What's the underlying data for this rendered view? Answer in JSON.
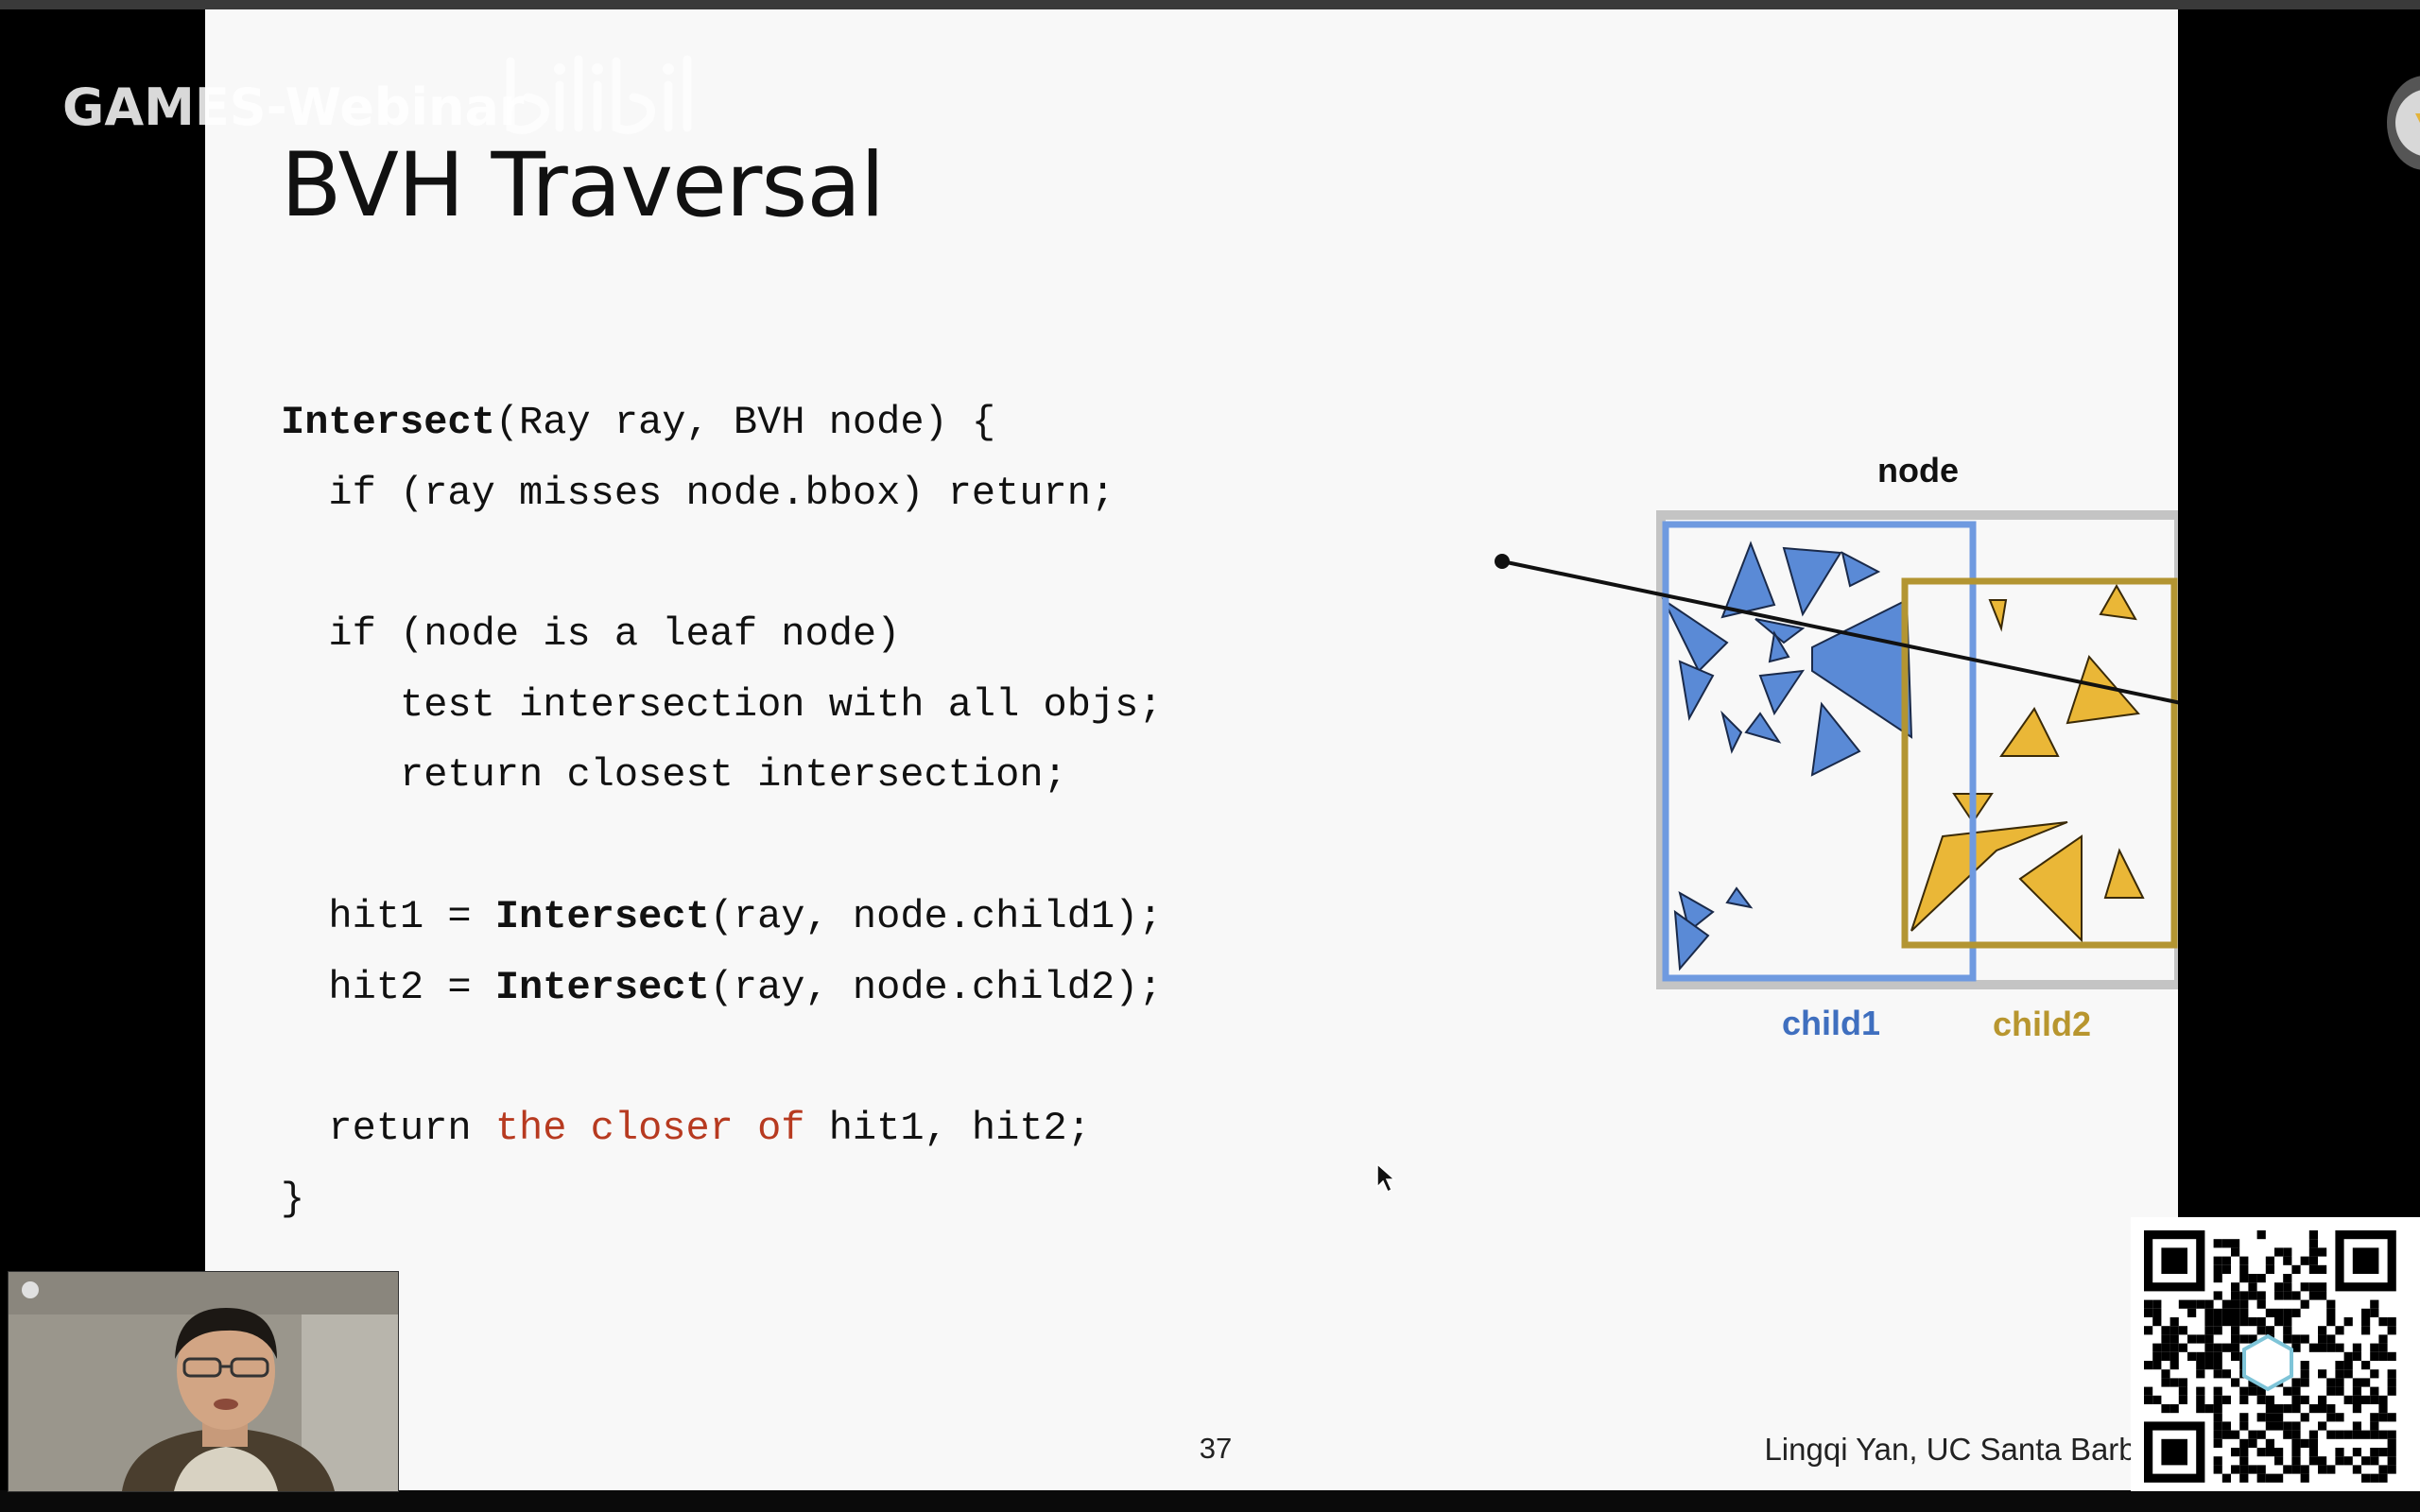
{
  "overlay": {
    "watermark_text": "GAMES-Webinar",
    "watermark_logo": "bilibili"
  },
  "slide": {
    "title": "BVH Traversal",
    "code": {
      "line1_fn": "Intersect",
      "line1_rest": "(Ray ray, BVH node) {",
      "line2": "  if (ray misses node.bbox) return;",
      "line4": "  if (node is a leaf node)",
      "line5": "     test intersection with all objs;",
      "line6": "     return closest intersection;",
      "line8_pre": "  hit1 = ",
      "line8_fn": "Intersect",
      "line8_rest": "(ray, node.child1);",
      "line9_pre": "  hit2 = ",
      "line9_fn": "Intersect",
      "line9_rest": "(ray, node.child2);",
      "line11_pre": "  return ",
      "line11_hl": "the closer of",
      "line11_rest": " hit1, hit2;",
      "line12": "}"
    },
    "diagram": {
      "node_label": "node",
      "child1_label": "child1",
      "child2_label": "child2",
      "colors": {
        "node_box": "#c4c4c4",
        "child1": "#5a8ad6",
        "child1_box": "#6f9ae0",
        "child2": "#eab737",
        "child2_box": "#b39532",
        "child1_label": "#3f6fbf",
        "child2_label": "#b8962f"
      }
    },
    "page_number": "37",
    "author": "Lingqi Yan, UC Santa Barbar"
  }
}
